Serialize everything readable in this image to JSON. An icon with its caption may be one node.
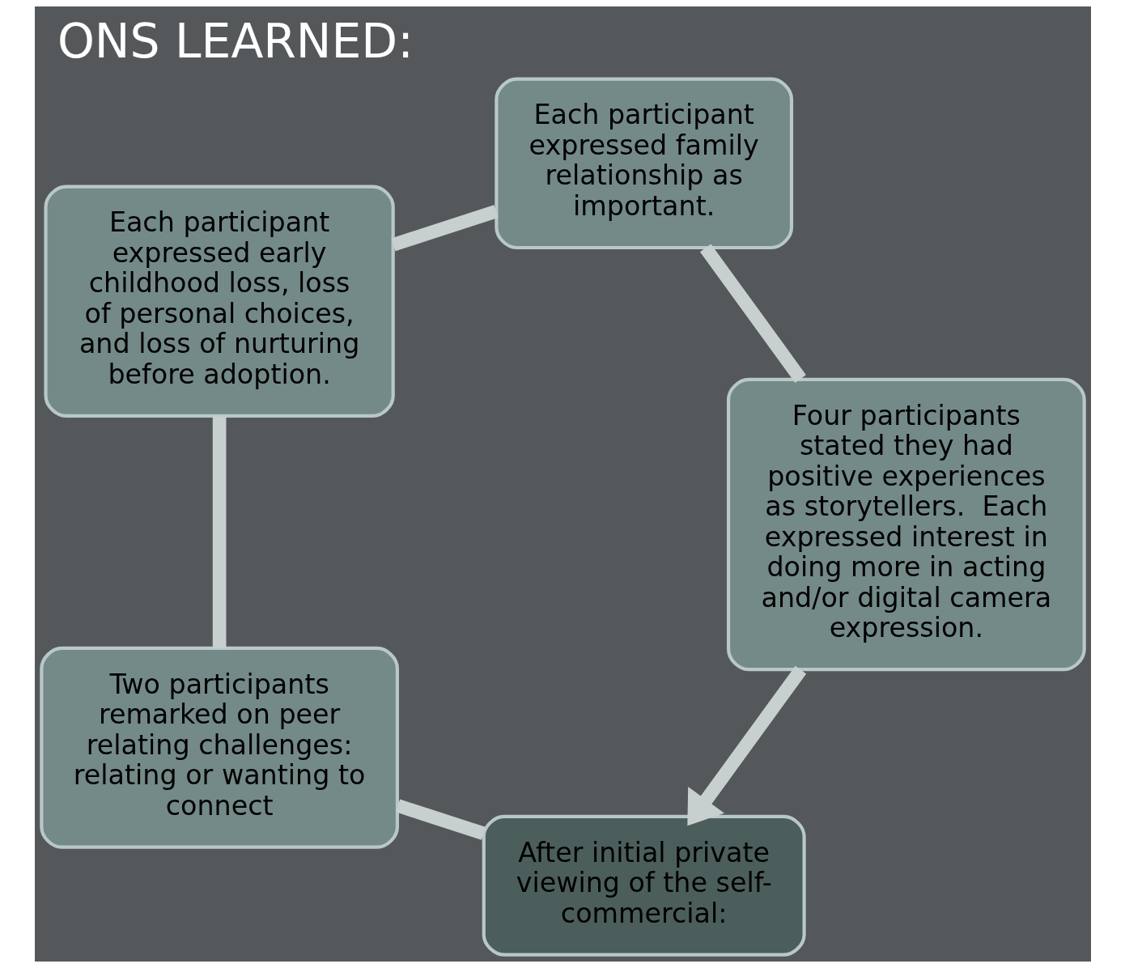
{
  "diagram": {
    "title": "ONS LEARNED:",
    "nodes": [
      {
        "text": [
          "After initial private viewing of the self-commercial:"
        ]
      },
      {
        "text": [
          "Two participants remarked on peer relating challenges: relating or wanting to connect"
        ]
      },
      {
        "text": [
          "Four participants stated they had positive experiences as storytellers.  Each expressed interest in doing more in acting and/or digital camera expression."
        ]
      },
      {
        "text": [
          "Each participant expressed early childhood loss, loss of personal choices, and loss of nurturing  before adoption."
        ]
      },
      {
        "text": [
          "Each participant expressed family relationship as important."
        ]
      }
    ],
    "edges": [
      {
        "from": 0,
        "to": 1,
        "arrow": "none"
      },
      {
        "from": 1,
        "to": 3,
        "arrow": "none"
      },
      {
        "from": 3,
        "to": 4,
        "arrow": "none"
      },
      {
        "from": 4,
        "to": 2,
        "arrow": "none"
      },
      {
        "from": 2,
        "to": 0,
        "arrow": "to"
      }
    ]
  }
}
